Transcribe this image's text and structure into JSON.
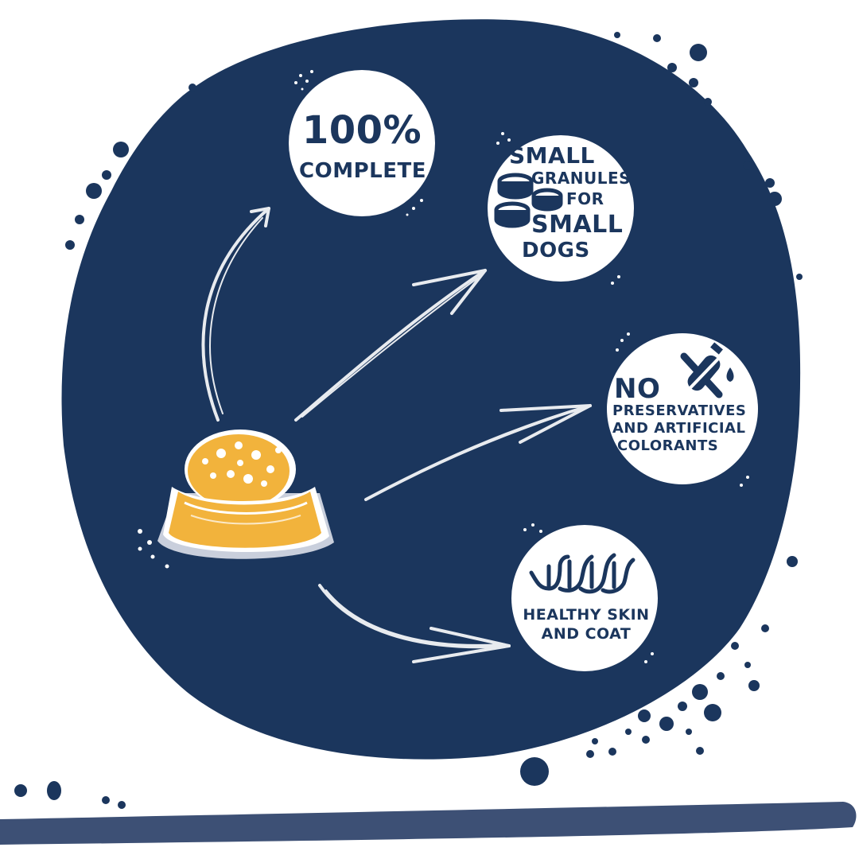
{
  "colors": {
    "navy": "#1b365d",
    "white": "#ffffff",
    "bowl_yellow": "#f2b33c",
    "bowl_shadow": "#c9cfdc",
    "underline": "#3d5075"
  },
  "features": {
    "complete": {
      "line1": "100%",
      "line2": "COMPLETE"
    },
    "granules": {
      "line1": "SMALL",
      "line2": "GRANULES",
      "line3": "FOR",
      "line4": "SMALL",
      "line5": "DOGS",
      "icon": "granules-stack-icon"
    },
    "preservatives": {
      "line1": "NO",
      "line2": "PRESERVATIVES",
      "line3": "AND ARTIFICIAL",
      "line4": "COLORANTS",
      "icon": "no-test-tube-icon"
    },
    "skin": {
      "line1": "HEALTHY SKIN",
      "line2": "AND COAT",
      "icon": "hair-follicle-icon"
    }
  },
  "center": {
    "icon": "food-bowl-icon"
  }
}
